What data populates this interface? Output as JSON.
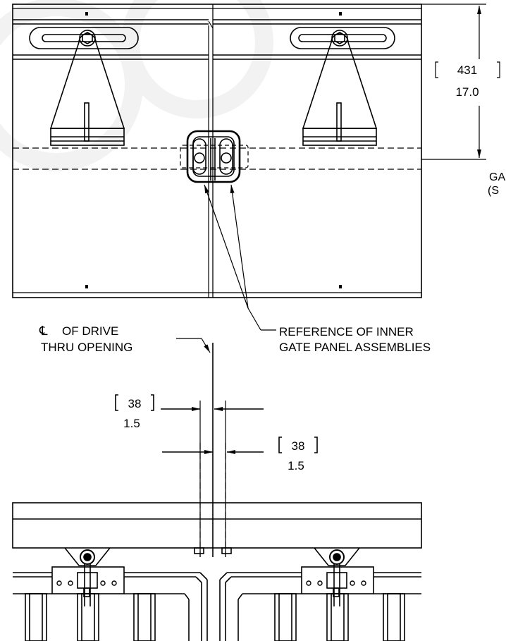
{
  "annotations": {
    "centerline_symbol": "℄",
    "centerline_line1": "OF DRIVE",
    "centerline_line2": "THRU OPENING",
    "reference_line1": "REFERENCE OF INNER",
    "reference_line2": "GATE PANEL ASSEMBLIES",
    "gate_cutoff_line1": "GA",
    "gate_cutoff_line2": "(S"
  },
  "dimensions": {
    "vertical_height": {
      "metric": "431",
      "imperial": "17.0"
    },
    "offset_left": {
      "metric": "38",
      "imperial": "1.5"
    },
    "offset_right": {
      "metric": "38",
      "imperial": "1.5"
    }
  },
  "colors": {
    "line": "#000000",
    "background": "#ffffff",
    "watermark": "#f2f2f2"
  }
}
